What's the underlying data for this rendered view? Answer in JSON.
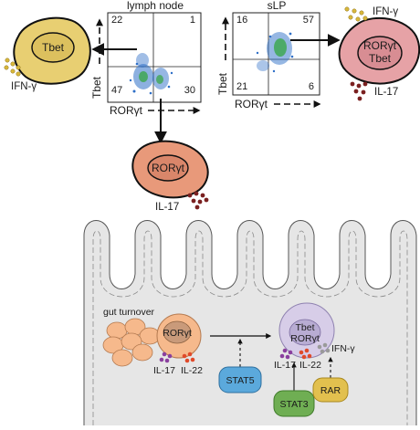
{
  "panels": {
    "lymph_node": {
      "title": "lymph node",
      "quadrants": {
        "top_left": "22",
        "top_right": "1",
        "bottom_left": "47",
        "bottom_right": "30"
      },
      "x_axis": "RORγt",
      "y_axis": "Tbet"
    },
    "slp": {
      "title": "sLP",
      "quadrants": {
        "top_left": "16",
        "top_right": "57",
        "bottom_left": "21",
        "bottom_right": "6"
      },
      "x_axis": "RORγt",
      "y_axis": "Tbet"
    }
  },
  "cells": {
    "tbet_cell": {
      "nucleus": "Tbet",
      "cytokine": "IFN-γ",
      "color": "#e8cf72"
    },
    "rorgt_cell": {
      "nucleus": "RORγt",
      "cytokine": "IL-17",
      "color": "#e8997a"
    },
    "double_cell": {
      "nucleus_line1": "RORγt",
      "nucleus_line2": "Tbet",
      "cytokine_top": "IFN-γ",
      "cytokine_bottom": "IL-17",
      "color": "#e6a2a6"
    }
  },
  "gut": {
    "turnover_label": "gut turnover",
    "left_cell": {
      "nucleus": "RORγt",
      "cytokine_1": "IL-17",
      "cytokine_2": "IL-22"
    },
    "right_cell": {
      "nucleus_line1": "Tbet",
      "nucleus_line2": "RORγt",
      "cytokine_1": "IL-17",
      "cytokine_2": "IL-22",
      "cytokine_3": "IFN-γ"
    },
    "factors": {
      "stat5": "STAT5",
      "stat3": "STAT3",
      "rar": "RAR"
    }
  },
  "colors": {
    "tbet_yellow": "#e8cf72",
    "rorgt_orange": "#e8997a",
    "double_pink": "#e6a2a6",
    "lumen_gray": "#e6e6e6",
    "stat5_blue": "#5ba9dc",
    "stat3_green": "#6fae53",
    "rar_yellow": "#e2c04e",
    "il17_purple": "#8a3f9e",
    "il22_red": "#e04a2a",
    "ifng_gray": "#9a9a9a"
  }
}
